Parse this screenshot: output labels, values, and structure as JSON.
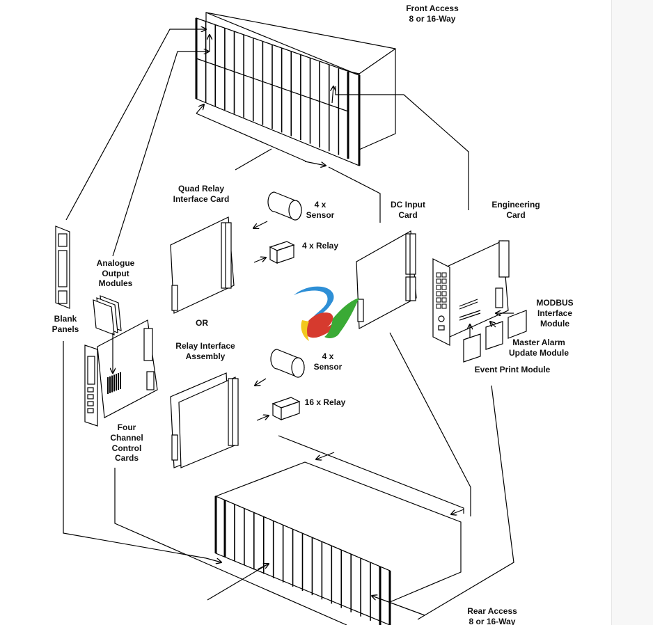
{
  "labels": {
    "front_access_1": "Front Access",
    "front_access_2": "8 or 16-Way",
    "quad_relay_1": "Quad Relay",
    "quad_relay_2": "Interface Card",
    "sensor_top_1": "4  x",
    "sensor_top_2": "Sensor",
    "relay_top": "4 x Relay",
    "dc_input_1": "DC Input",
    "dc_input_2": "Card",
    "engineering_1": "Engineering",
    "engineering_2": "Card",
    "analogue_1": "Analogue",
    "analogue_2": "Output",
    "analogue_3": "Modules",
    "blank_1": "Blank",
    "blank_2": "Panels",
    "or": "OR",
    "modbus_1": "MODBUS",
    "modbus_2": "Interface",
    "modbus_3": "Module",
    "master_alarm_1": "Master Alarm",
    "master_alarm_2": "Update Module",
    "event_print": "Event Print Module",
    "relay_assembly_1": "Relay Interface",
    "relay_assembly_2": "Assembly",
    "sensor_bottom_1": "4  x",
    "sensor_bottom_2": "Sensor",
    "relay_bottom": "16 x Relay",
    "four_channel_1": "Four",
    "four_channel_2": "Channel",
    "four_channel_3": "Control",
    "four_channel_4": "Cards",
    "rear_access_1": "Rear Access",
    "rear_access_2": "8 or 16-Way"
  },
  "logo_colors": {
    "blue": "#2e8fd6",
    "green": "#3aaa35",
    "red": "#d63a2e",
    "yellow": "#f2c81e"
  }
}
